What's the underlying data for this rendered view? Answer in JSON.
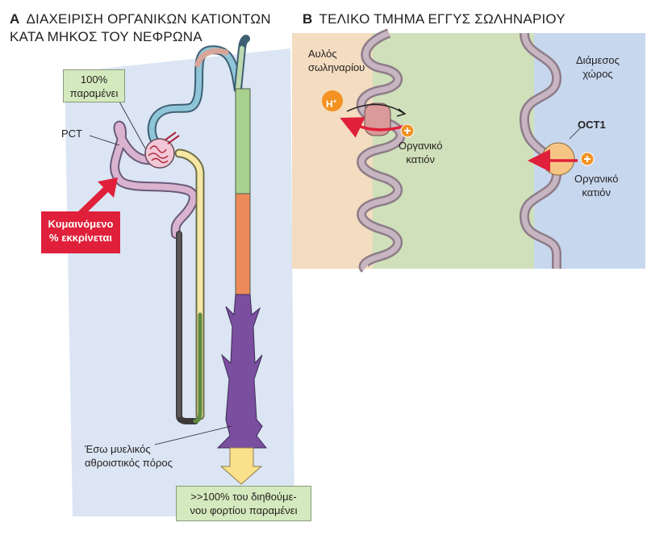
{
  "panelA": {
    "letter": "A",
    "title": "ΔΙΑΧΕΙΡΙΣΗ ΟΡΓΑΝΙΚΩΝ ΚΑΤΙΟΝΤΩΝ ΚΑΤΑ ΜΗΚΟΣ ΤΟΥ ΝΕΦΡΩΝΑ",
    "pct_label": "PCT",
    "remain_box": [
      "100%",
      "παραμένει"
    ],
    "secreted_box": [
      "Κυμαινόμενο",
      "% εκκρίνεται"
    ],
    "duct_label": [
      "Έσω μυελικός",
      "αθροιστικός πόρος"
    ],
    "final_box": [
      ">>100% του διηθούμε-",
      "νου φορτίου παραμένει"
    ]
  },
  "panelB": {
    "letter": "B",
    "title": "ΤΕΛΙΚΟ ΤΜΗΜΑ ΕΓΓΥΣ ΣΩΛΗΝΑΡΙΟΥ",
    "lumen_label": [
      "Αυλός",
      "σωληναρίου"
    ],
    "interstitial_label": [
      "Διάμεσος",
      "χώρος"
    ],
    "h_label": "H",
    "h_sup": "+",
    "organic_cation_left": [
      "Οργανικό",
      "κατιόν"
    ],
    "oct1_label": "OCT1",
    "organic_cation_right": [
      "Οργανικό",
      "κατιόν"
    ]
  },
  "colors": {
    "lumen_bg": "#f3dcc0",
    "cell_bg": "#cfe0bb",
    "interstitial_bg": "#c7d8ee",
    "membrane": "#9e8a96",
    "transporter_h": "#d99a99",
    "oct1": "#f6c585",
    "cation": "#f39222",
    "arrow_red": "#e0203a",
    "pct_tube": "#d9b3d0",
    "collecting_duct": "#7b4fa0"
  }
}
